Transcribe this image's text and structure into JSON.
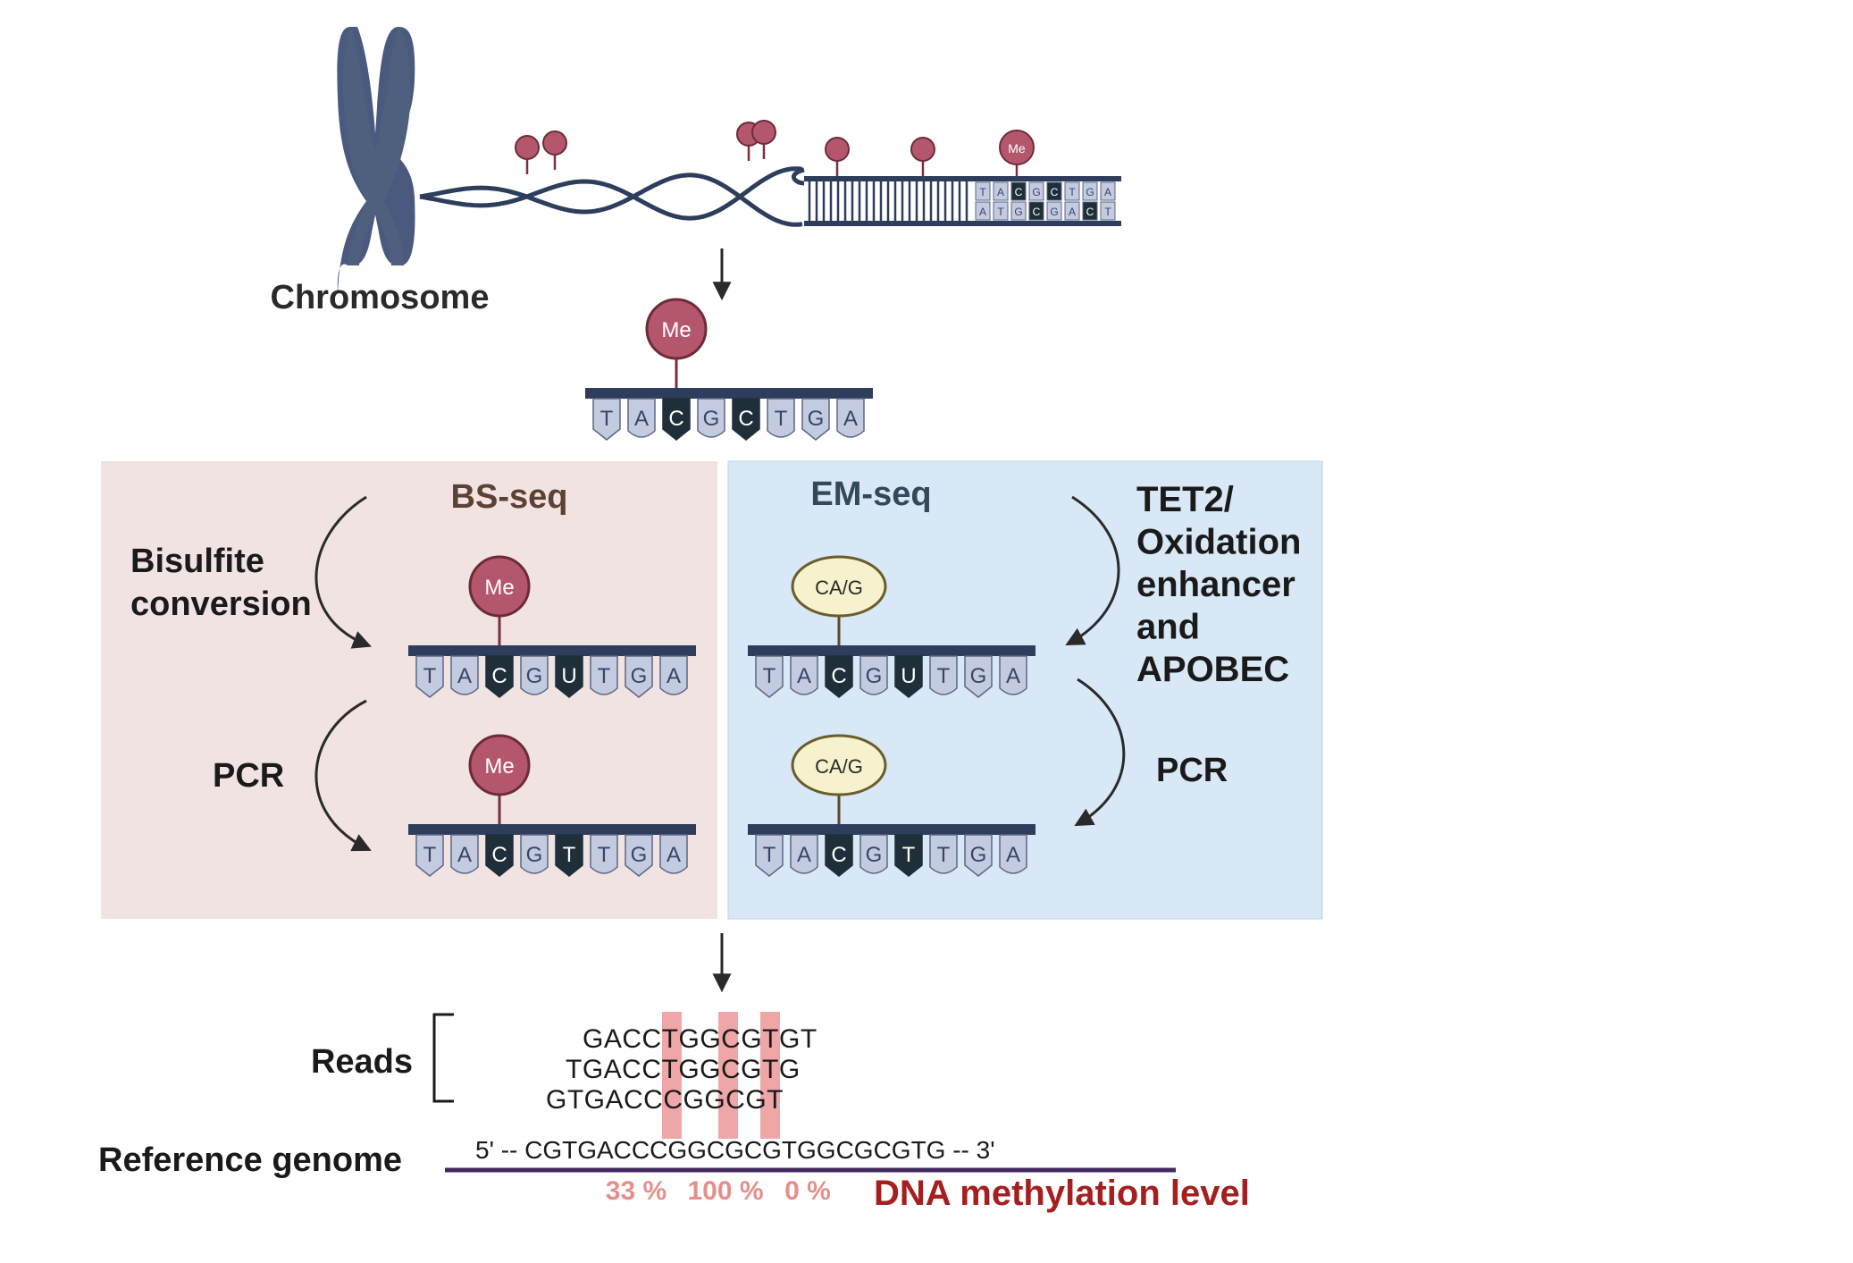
{
  "labels": {
    "chromosome": "Chromosome",
    "bs_title": "BS-seq",
    "em_title": "EM-seq",
    "bisulfite_line1": "Bisulfite",
    "bisulfite_line2": "conversion",
    "pcr_left": "PCR",
    "pcr_right": "PCR",
    "tet_lines": [
      "TET2/",
      "Oxidation",
      "enhancer",
      "and",
      "APOBEC"
    ],
    "reads": "Reads",
    "reference": "Reference genome",
    "methylation_level": "DNA methylation level"
  },
  "marks": {
    "me": "Me",
    "ca_g": "CA/G"
  },
  "strands": {
    "chromosome_top": [
      "T",
      "A",
      "C",
      "G",
      "C",
      "T",
      "G",
      "A"
    ],
    "chromosome_bottom": [
      "A",
      "T",
      "G",
      "C",
      "G",
      "A",
      "C",
      "T"
    ],
    "original": [
      "T",
      "A",
      "C",
      "G",
      "C",
      "T",
      "G",
      "A"
    ],
    "converted": [
      "T",
      "A",
      "C",
      "G",
      "U",
      "T",
      "G",
      "A"
    ],
    "amplified": [
      "T",
      "A",
      "C",
      "G",
      "T",
      "T",
      "G",
      "A"
    ]
  },
  "sequences": {
    "reads": [
      "GACCTGGCGTGT",
      "TGACCTGGCGTG",
      "GTGACCCGGCGT"
    ],
    "reference_prefix": "5' -- ",
    "reference_seq": "CGTGACCCGGCGCGTGGCGCGTG",
    "reference_suffix": "  -- 3'"
  },
  "percentages": [
    "33 %",
    "100 %",
    "0 %"
  ],
  "colors": {
    "chromosome": "#4a5a7f",
    "dna_backbone": "#2e3d5c",
    "me_fill": "#b5576c",
    "base_light": "#c3cbe0",
    "base_dark": "#1f2f3a",
    "bs_panel": "#f0e3e2",
    "em_panel": "#d9e8f6",
    "bs_title": "#5e4135",
    "em_title": "#33485a",
    "highlight": "#e9888a",
    "percent": "#e58f8a",
    "methylation_text": "#a51f1f",
    "reference_line": "#3f2960",
    "ca_fill": "#f6f2cd"
  }
}
